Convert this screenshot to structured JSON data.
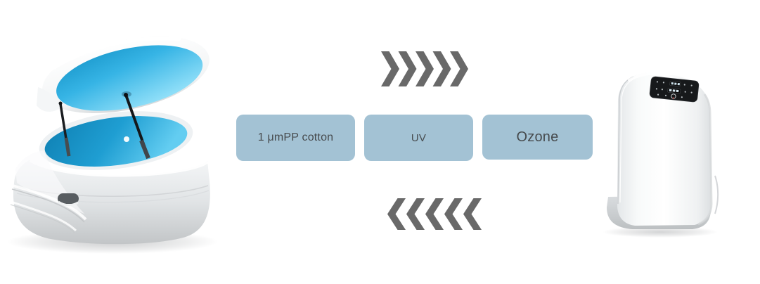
{
  "page": {
    "background": "#ffffff"
  },
  "flow": {
    "arrow_color": "#696969",
    "forward": {
      "direction": "right",
      "chevron_count": 5
    },
    "return": {
      "direction": "left",
      "chevron_count": 5
    }
  },
  "stages": {
    "box_fill": "#a3c2d4",
    "label_color": "#474b4e",
    "boxes": [
      {
        "label": "1 μmPP cotton"
      },
      {
        "label": "UV"
      },
      {
        "label": "Ozone"
      }
    ]
  },
  "figures": {
    "float_tank": {
      "name": "float-tank-image",
      "lid_interior_color": "#36b4e5",
      "shell_color": "#f2f4f5"
    },
    "purifier": {
      "name": "purifier-image",
      "panel_color": "#17191b",
      "body_color": "#ffffff"
    }
  }
}
